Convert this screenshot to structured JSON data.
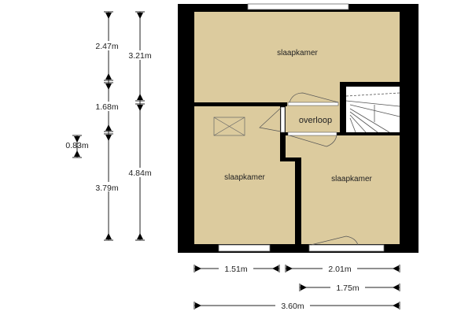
{
  "rooms": {
    "top_bedroom": "slaapkamer",
    "left_bedroom": "slaapkamer",
    "right_bedroom": "slaapkamer",
    "landing": "overloop"
  },
  "dimensions": {
    "v_2_47": "2.47m",
    "v_1_68": "1.68m",
    "v_0_83": "0.83m",
    "v_3_79": "3.79m",
    "v_3_21": "3.21m",
    "v_4_84": "4.84m",
    "h_1_51": "1.51m",
    "h_2_01": "2.01m",
    "h_1_75": "1.75m",
    "h_3_60": "3.60m"
  },
  "colors": {
    "floor": "#dccb9e",
    "wall": "#000000"
  }
}
